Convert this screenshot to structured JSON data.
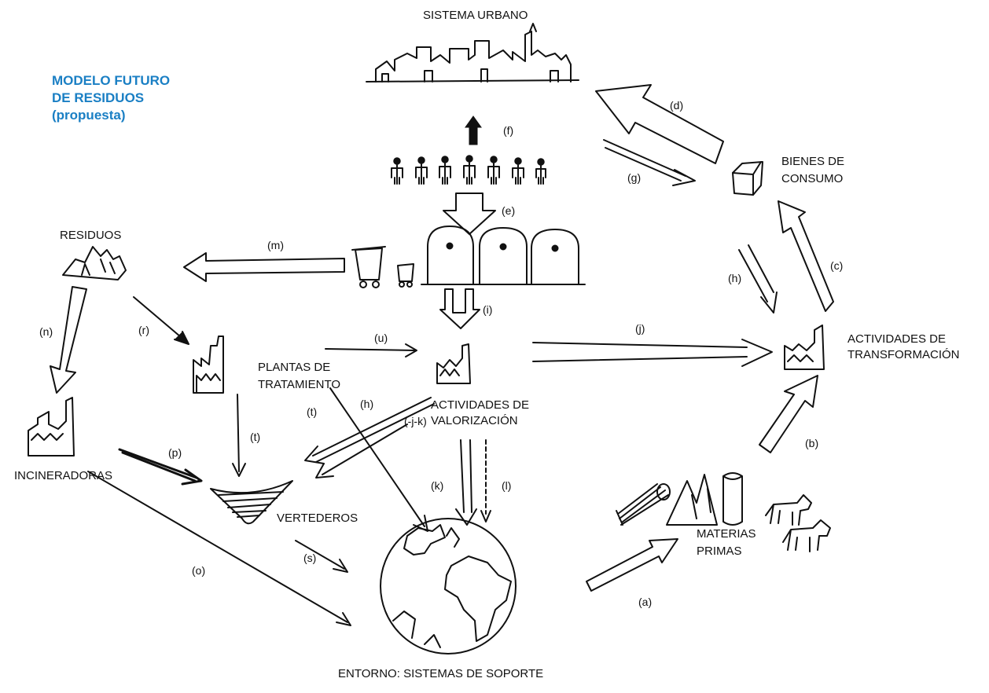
{
  "title": {
    "line1": "MODELO FUTURO",
    "line2": "DE RESIDUOS",
    "line3": "(propuesta)"
  },
  "nodes": {
    "sistema_urbano": "SISTEMA URBANO",
    "bienes_line1": "BIENES DE",
    "bienes_line2": "CONSUMO",
    "residuos": "RESIDUOS",
    "plantas_line1": "PLANTAS DE",
    "plantas_line2": "TRATAMIENTO",
    "valorizacion_line1": "ACTIVIDADES DE",
    "valorizacion_line2": "VALORIZACIÓN",
    "transformacion_line1": "ACTIVIDADES DE",
    "transformacion_line2": "TRANSFORMACIÓN",
    "incineradoras": "INCINERADORAS",
    "vertederos": "VERTEDEROS",
    "materias_line1": "MATERIAS",
    "materias_line2": "PRIMAS",
    "entorno": "ENTORNO: SISTEMAS DE SOPORTE"
  },
  "flows": {
    "a": "(a)",
    "b": "(b)",
    "c": "(c)",
    "d": "(d)",
    "e": "(e)",
    "f": "(f)",
    "g": "(g)",
    "h1": "(h)",
    "h2": "(h)",
    "i": "(i)",
    "j": "(j)",
    "jk": "(-j-k)",
    "k": "(k)",
    "l": "(l)",
    "m": "(m)",
    "n": "(n)",
    "o": "(o)",
    "p": "(p)",
    "r": "(r)",
    "s": "(s)",
    "t1": "(t)",
    "t2": "(t)",
    "u": "(u)"
  },
  "colors": {
    "title": "#1a7fc4",
    "ink": "#111111",
    "background": "#ffffff"
  }
}
